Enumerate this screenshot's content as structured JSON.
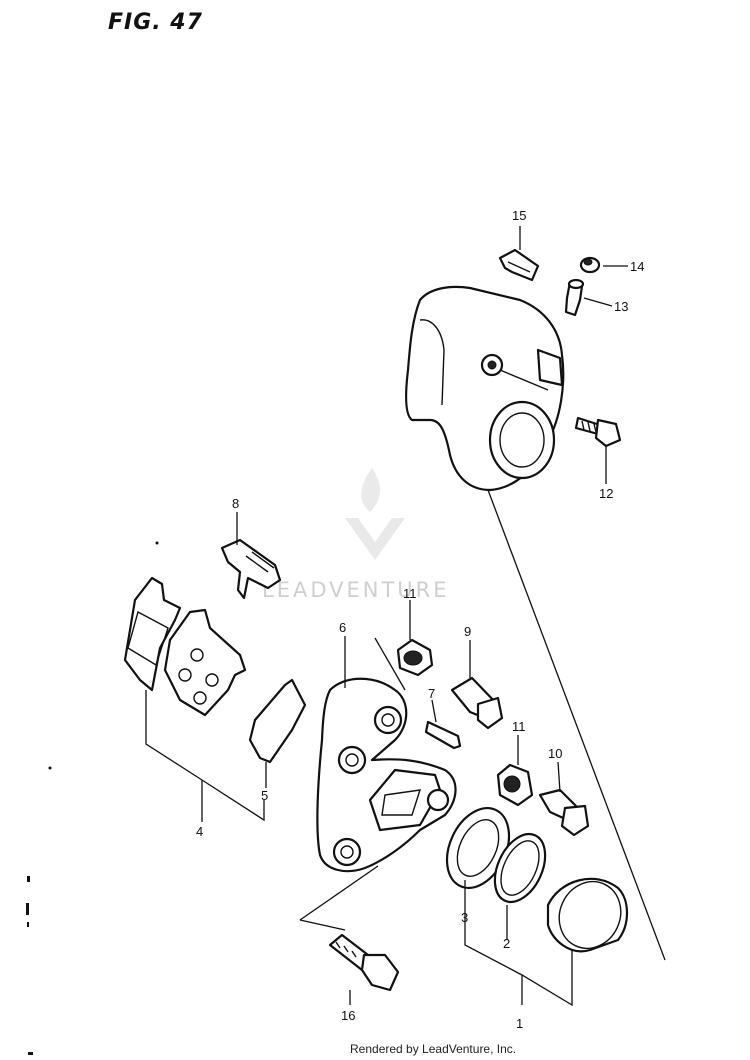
{
  "title": "FIG. 47",
  "footer": "Rendered by LeadVenture, Inc.",
  "watermark": {
    "text": "LEADVENTURE"
  },
  "callouts": [
    {
      "id": "c15",
      "label": "15"
    },
    {
      "id": "c14",
      "label": "14"
    },
    {
      "id": "c13",
      "label": "13"
    },
    {
      "id": "c12",
      "label": "12"
    },
    {
      "id": "c8",
      "label": "8"
    },
    {
      "id": "c11a",
      "label": "11"
    },
    {
      "id": "c6",
      "label": "6"
    },
    {
      "id": "c9",
      "label": "9"
    },
    {
      "id": "c7",
      "label": "7"
    },
    {
      "id": "c11b",
      "label": "11"
    },
    {
      "id": "c10",
      "label": "10"
    },
    {
      "id": "c5",
      "label": "5"
    },
    {
      "id": "c4",
      "label": "4"
    },
    {
      "id": "c3",
      "label": "3"
    },
    {
      "id": "c2",
      "label": "2"
    },
    {
      "id": "c16",
      "label": "16"
    },
    {
      "id": "c1",
      "label": "1"
    }
  ]
}
